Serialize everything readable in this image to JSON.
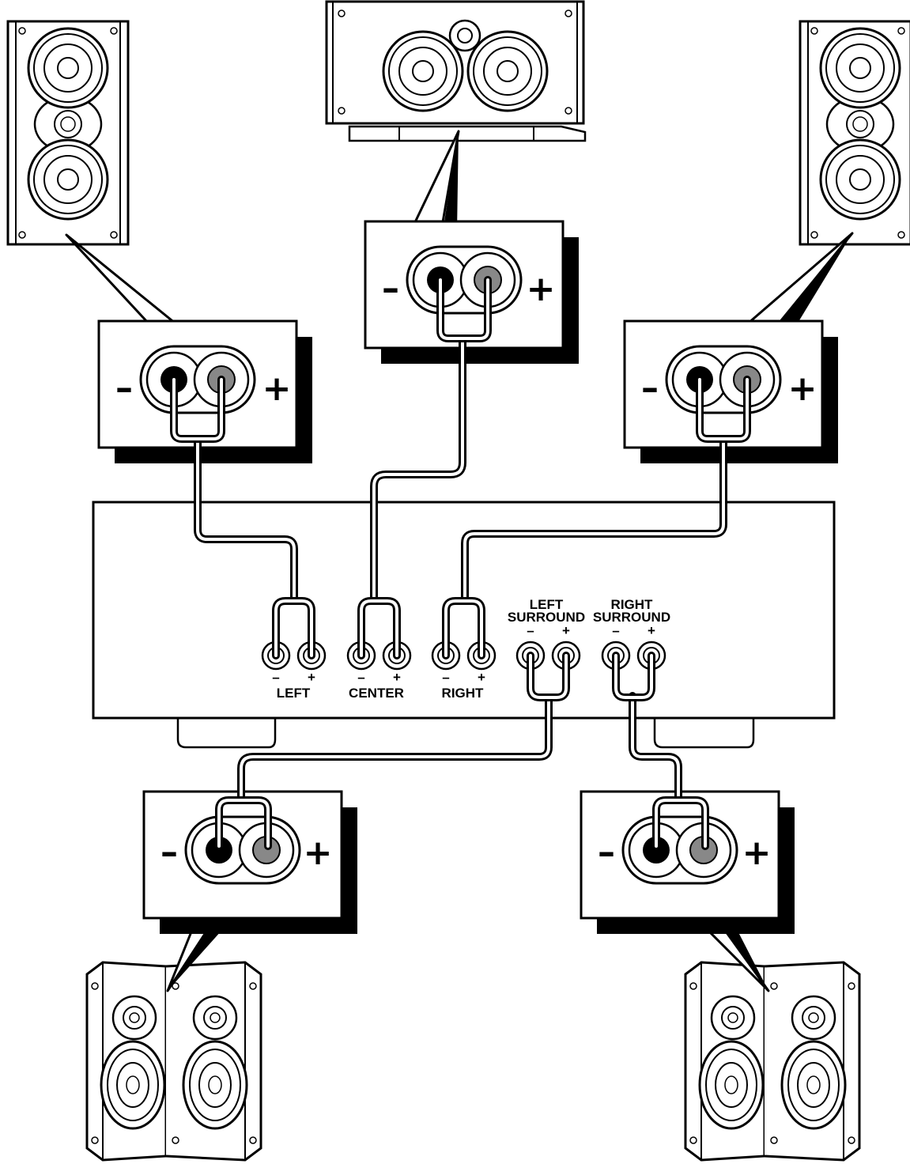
{
  "amplifier": {
    "channels": [
      {
        "id": "left",
        "label": "LEFT",
        "minus": "–",
        "plus": "+"
      },
      {
        "id": "center",
        "label": "CENTER",
        "minus": "–",
        "plus": "+"
      },
      {
        "id": "right",
        "label": "RIGHT",
        "minus": "–",
        "plus": "+"
      },
      {
        "id": "left-surround",
        "label_line1": "LEFT",
        "label_line2": "SURROUND",
        "minus": "–",
        "plus": "+"
      },
      {
        "id": "right-surround",
        "label_line1": "RIGHT",
        "label_line2": "SURROUND",
        "minus": "–",
        "plus": "+"
      }
    ]
  },
  "speaker_terminals": {
    "minus": "–",
    "plus": "+",
    "minus_color": "#000000",
    "plus_color": "#808080"
  },
  "speakers": [
    {
      "id": "front-left",
      "type": "tower"
    },
    {
      "id": "center",
      "type": "center-channel"
    },
    {
      "id": "front-right",
      "type": "tower"
    },
    {
      "id": "surround-left",
      "type": "bipole"
    },
    {
      "id": "surround-right",
      "type": "bipole"
    }
  ]
}
